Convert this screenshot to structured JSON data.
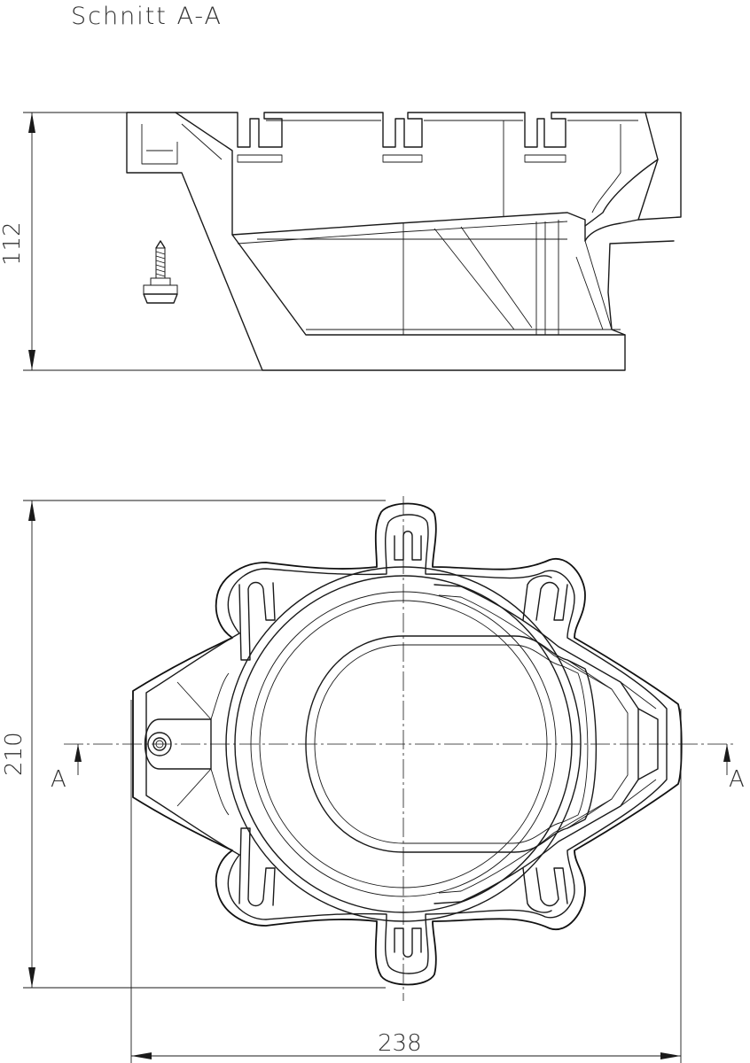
{
  "section_title": "Schnitt A-A",
  "dimensions": {
    "section_height": "112",
    "plan_height": "210",
    "plan_width": "238"
  },
  "section_markers": {
    "left": "A",
    "right": "A"
  },
  "icons": [
    "screw-icon"
  ]
}
